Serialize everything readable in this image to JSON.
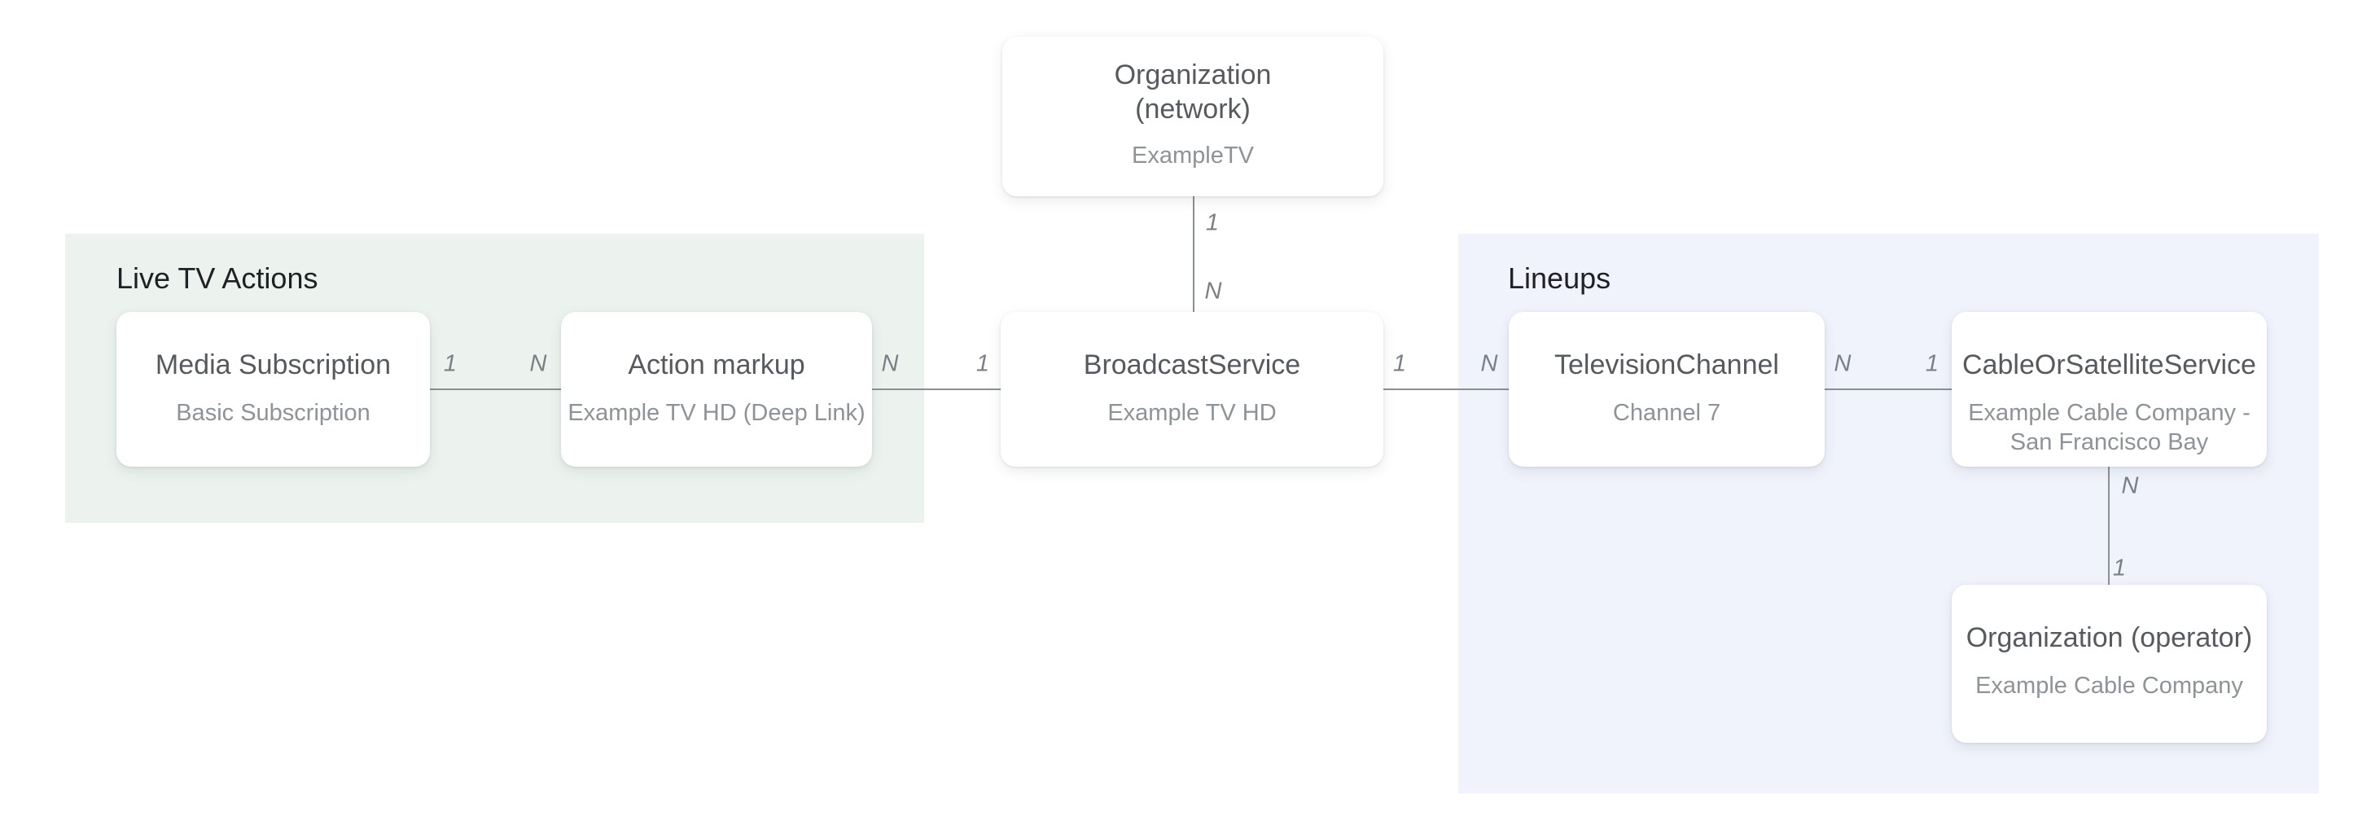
{
  "diagram": {
    "groups": [
      {
        "id": "live-tv-actions",
        "label": "Live TV Actions"
      },
      {
        "id": "lineups",
        "label": "Lineups"
      }
    ],
    "nodes": [
      {
        "id": "media-subscription",
        "title": "Media Subscription",
        "subtitle": "Basic Subscription"
      },
      {
        "id": "action-markup",
        "title": "Action markup",
        "subtitle": "Example TV HD (Deep Link)"
      },
      {
        "id": "broadcast-service",
        "title": "BroadcastService",
        "subtitle": "Example TV HD"
      },
      {
        "id": "org-network",
        "title": "Organization\n(network)",
        "subtitle": "ExampleTV"
      },
      {
        "id": "television-channel",
        "title": "TelevisionChannel",
        "subtitle": "Channel 7"
      },
      {
        "id": "cable-or-satellite-service",
        "title": "CableOrSatelliteService",
        "subtitle": "Example Cable Company -\nSan Francisco Bay"
      },
      {
        "id": "org-operator",
        "title": "Organization (operator)",
        "subtitle": "Example Cable Company"
      }
    ],
    "edges": [
      {
        "from": "media-subscription",
        "to": "action-markup",
        "from_cardinality": "1",
        "to_cardinality": "N"
      },
      {
        "from": "action-markup",
        "to": "broadcast-service",
        "from_cardinality": "N",
        "to_cardinality": "1"
      },
      {
        "from": "org-network",
        "to": "broadcast-service",
        "from_cardinality": "1",
        "to_cardinality": "N"
      },
      {
        "from": "broadcast-service",
        "to": "television-channel",
        "from_cardinality": "1",
        "to_cardinality": "N"
      },
      {
        "from": "television-channel",
        "to": "cable-or-satellite-service",
        "from_cardinality": "N",
        "to_cardinality": "1"
      },
      {
        "from": "cable-or-satellite-service",
        "to": "org-operator",
        "from_cardinality": "N",
        "to_cardinality": "1"
      }
    ],
    "colors": {
      "live_tv_actions_bg": "#ECF3EE",
      "lineups_bg": "#F0F3FC",
      "node_bg": "#FFFFFF",
      "edge_line": "#8A9095",
      "node_title": "#565A5E",
      "node_subtitle": "#8E9398",
      "group_label": "#202124",
      "cardinality_label": "#7A8085"
    }
  }
}
